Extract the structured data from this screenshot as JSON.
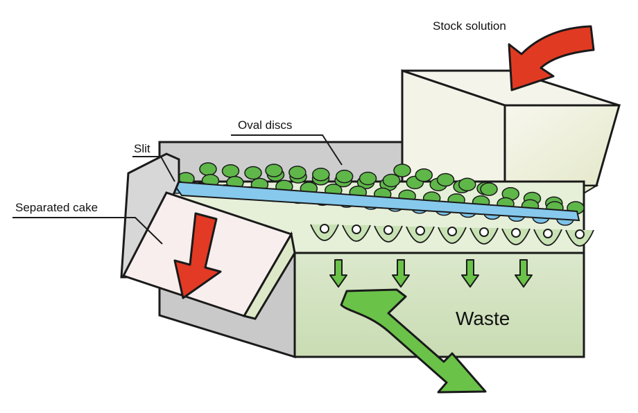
{
  "labels": {
    "stock_solution": "Stock solution",
    "oval_discs": "Oval discs",
    "slit": "Slit",
    "separated_cake": "Separated cake",
    "waste": "Waste"
  },
  "colors": {
    "outline": "#1a1a1a",
    "machine_gray": "#cfcfcf",
    "machine_gray_dark": "#b5b5b5",
    "hopper_face": "#f3f3e6",
    "hopper_side": "#e7ebcf",
    "waste_box": "#d3e3c0",
    "disc_green": "#5fb74a",
    "disc_green_light": "#b9dca4",
    "belt_blue": "#7cc3e8",
    "cake_chute": "#f7ecec",
    "arrow_red": "#e0301e",
    "arrow_green": "#6cc24a"
  }
}
